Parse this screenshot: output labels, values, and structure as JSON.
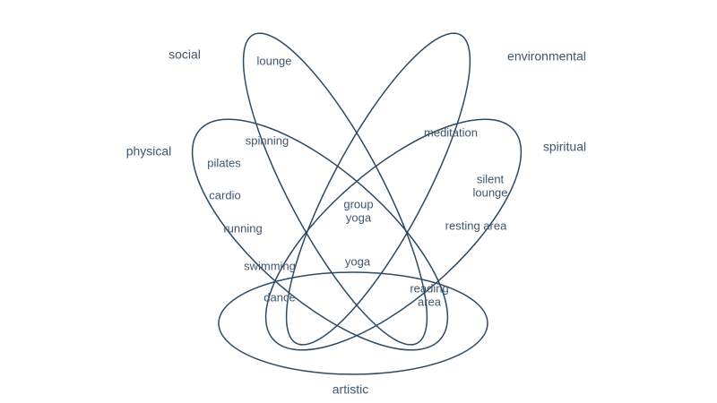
{
  "diagram": {
    "type": "venn-diagram",
    "colors": {
      "line": "#2d4a63",
      "text": "#3e566e",
      "background": "#ffffff"
    },
    "sets": [
      {
        "id": "social",
        "label": "social"
      },
      {
        "id": "environmental",
        "label": "environmental"
      },
      {
        "id": "physical",
        "label": "physical"
      },
      {
        "id": "spiritual",
        "label": "spiritual"
      },
      {
        "id": "artistic",
        "label": "artistic"
      }
    ],
    "regions": [
      {
        "id": "lounge",
        "label": "lounge",
        "sets": [
          "social"
        ]
      },
      {
        "id": "spinning",
        "label": "spinning",
        "sets": [
          "social",
          "physical"
        ]
      },
      {
        "id": "meditation",
        "label": "meditation",
        "sets": [
          "environmental",
          "spiritual"
        ]
      },
      {
        "id": "pilates",
        "label": "pilates",
        "sets": [
          "physical"
        ]
      },
      {
        "id": "cardio",
        "label": "cardio",
        "sets": [
          "physical"
        ]
      },
      {
        "id": "running",
        "label": "running",
        "sets": [
          "physical"
        ]
      },
      {
        "id": "swimming",
        "label": "swimming",
        "sets": [
          "physical"
        ]
      },
      {
        "id": "dance",
        "label": "dance",
        "sets": [
          "physical",
          "artistic"
        ]
      },
      {
        "id": "group_yoga",
        "label": "group\nyoga",
        "sets": [
          "physical",
          "social",
          "environmental",
          "spiritual"
        ]
      },
      {
        "id": "yoga",
        "label": "yoga",
        "sets": [
          "physical",
          "spiritual"
        ]
      },
      {
        "id": "silent_lounge",
        "label": "silent\nlounge",
        "sets": [
          "spiritual"
        ]
      },
      {
        "id": "resting_area",
        "label": "resting area",
        "sets": [
          "spiritual"
        ]
      },
      {
        "id": "reading_area",
        "label": "reading\narea",
        "sets": [
          "spiritual",
          "artistic"
        ]
      }
    ]
  }
}
